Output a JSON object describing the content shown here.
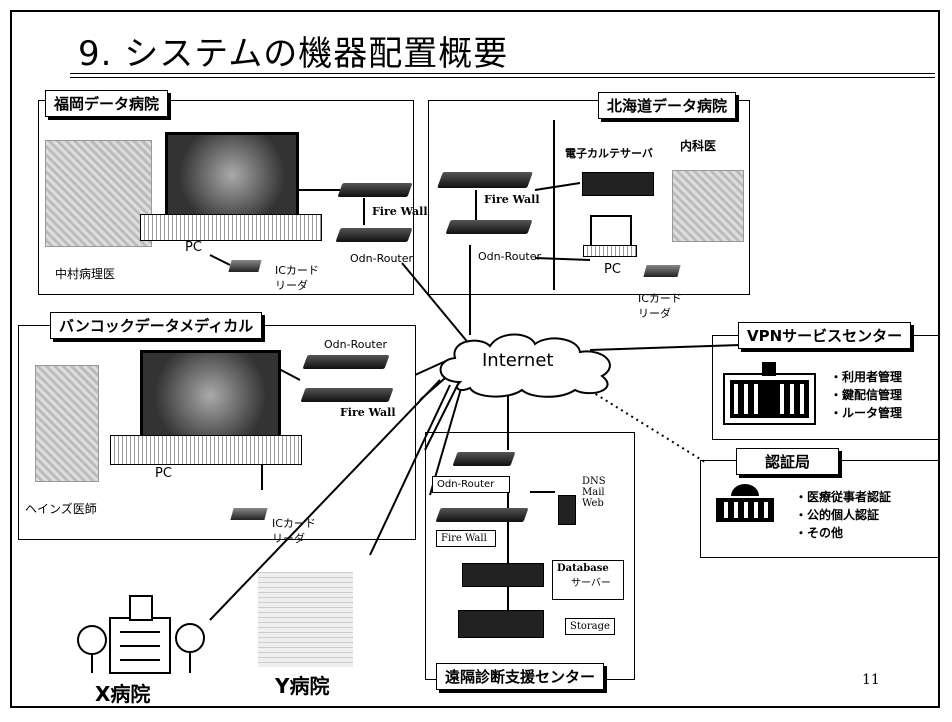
{
  "title": "9. システムの機器配置概要",
  "page_number": "11",
  "fukuoka": {
    "label": "福岡データ病院",
    "pc": "PC",
    "doctor": "中村病理医",
    "ic_reader_1": "ICカード",
    "ic_reader_2": "リーダ",
    "firewall": "Fire Wall",
    "router": "Odn-Router"
  },
  "hokkaido": {
    "label": "北海道データ病院",
    "server": "電子カルテサーバ",
    "doctor": "内科医",
    "firewall": "Fire Wall",
    "router": "Odn-Router",
    "pc": "PC",
    "ic_reader_1": "ICカード",
    "ic_reader_2": "リーダ"
  },
  "bangkok": {
    "label": "バンコックデータメディカル",
    "router": "Odn-Router",
    "firewall": "Fire Wall",
    "pc": "PC",
    "doctor": "ヘインズ医師",
    "ic_reader_1": "ICカード",
    "ic_reader_2": "リーダ"
  },
  "internet": "Internet",
  "vpn": {
    "label": "VPNサービスセンター",
    "items": [
      "・利用者管理",
      "・鍵配信管理",
      "・ルータ管理"
    ]
  },
  "ca": {
    "label": "認証局",
    "items": [
      "・医療従事者認証",
      "・公的個人認証",
      "・その他"
    ]
  },
  "remote": {
    "label": "遠隔診断支援センター",
    "router": "Odn-Router",
    "firewall": "Fire Wall",
    "dns": "DNS",
    "mail": "Mail",
    "web": "Web",
    "database": "Database",
    "db_server": "サーバー",
    "storage": "Storage"
  },
  "hospital_x": "X病院",
  "hospital_y": "Y病院"
}
